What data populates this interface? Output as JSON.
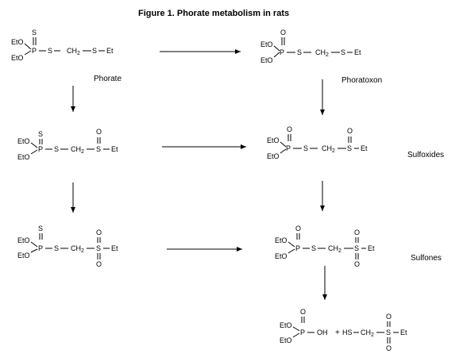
{
  "title": "Figure 1.  Phorate metabolism in rats",
  "captions": {
    "phorate": "Phorate",
    "phoratoxon": "Phoratoxon",
    "sulfoxides": "Sulfoxides",
    "sulfones": "Sulfones"
  },
  "atoms": {
    "eto": "EtO",
    "p": "P",
    "s": "S",
    "o": "O",
    "ch": "CH",
    "two": "2",
    "et": "Et",
    "dash": "—",
    "oh": "OH",
    "hs": "HS",
    "plus": "+"
  }
}
